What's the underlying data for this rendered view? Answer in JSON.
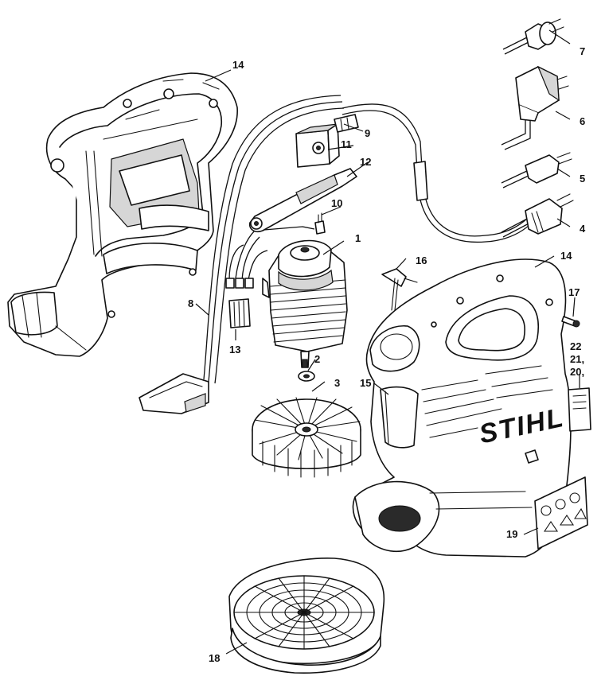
{
  "brand_logo": "STIHL",
  "callouts": {
    "c1": "1",
    "c2": "2",
    "c3": "3",
    "c4": "4",
    "c5": "5",
    "c6": "6",
    "c7": "7",
    "c8": "8",
    "c9": "9",
    "c10": "10",
    "c11": "11",
    "c12": "12",
    "c13": "13",
    "c14_top": "14",
    "c14_right": "14",
    "c15": "15",
    "c16": "16",
    "c17": "17",
    "c18": "18",
    "c19": "19",
    "c22": "22",
    "c21": "21,",
    "c20": "20,"
  }
}
